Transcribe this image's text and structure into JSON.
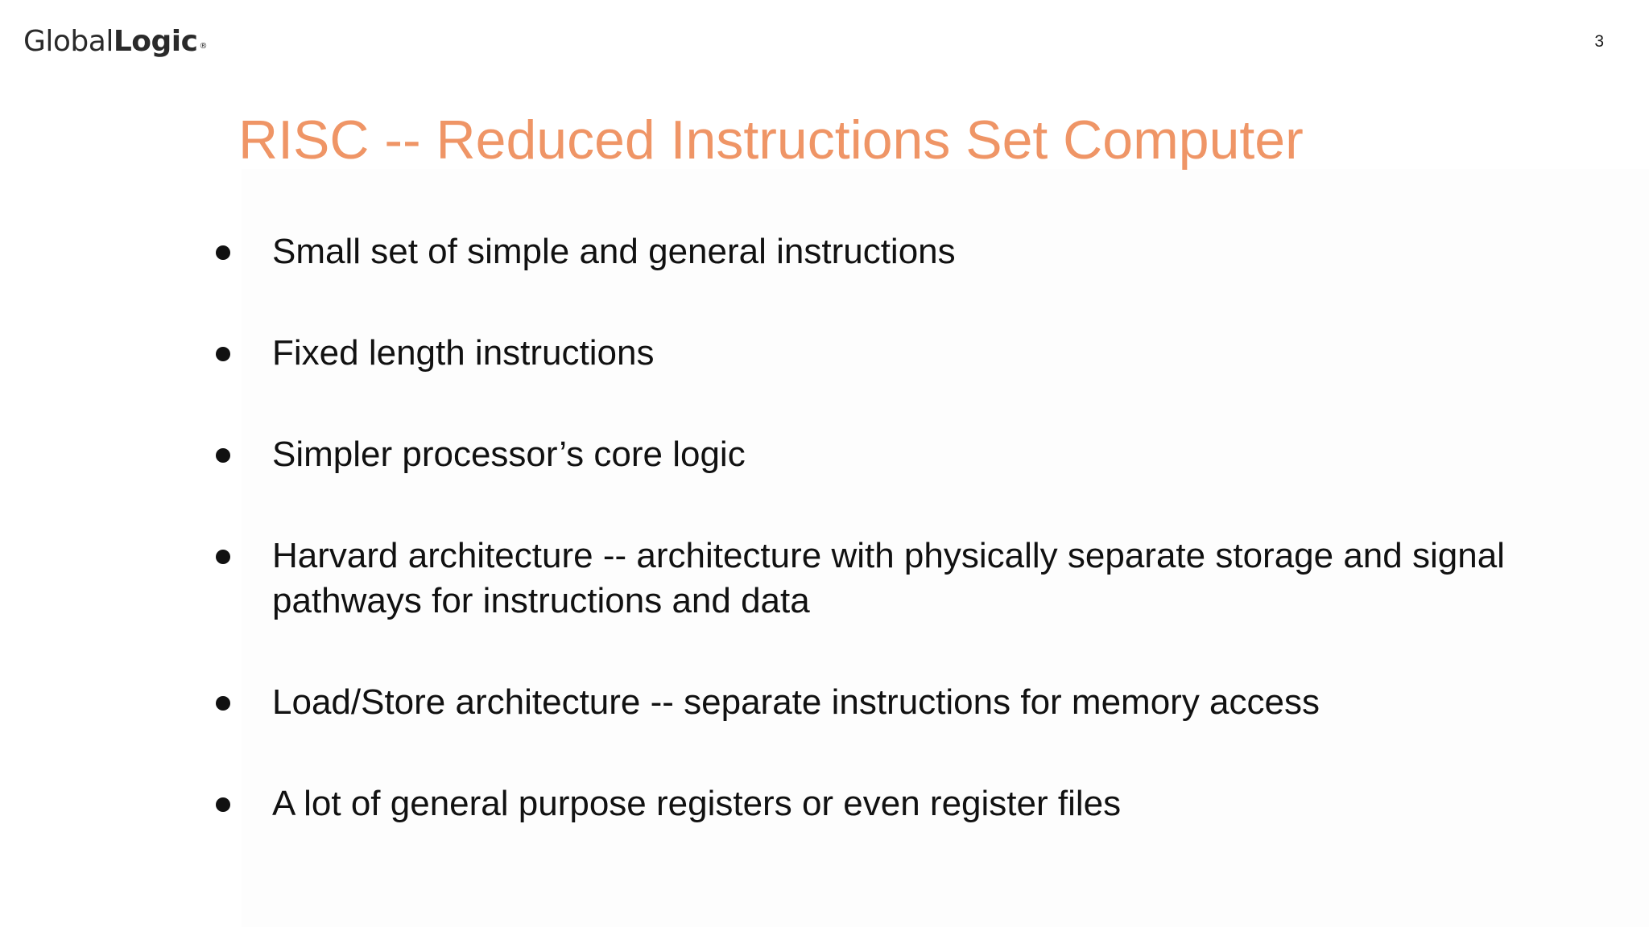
{
  "header": {
    "logo_light": "Global",
    "logo_bold": "Logic",
    "logo_mark": "®",
    "page_number": "3"
  },
  "title": "RISC -- Reduced Instructions Set Computer",
  "bullets": [
    "Small set of simple and general instructions",
    "Fixed length instructions",
    "Simpler processor’s core logic",
    "Harvard architecture -- architecture with physically separate storage and signal pathways for instructions and data",
    "Load/Store architecture -- separate instructions for memory access",
    "A lot of general purpose registers or even register files"
  ],
  "colors": {
    "title": "#ef9566",
    "text": "#111111",
    "background": "#ffffff"
  }
}
